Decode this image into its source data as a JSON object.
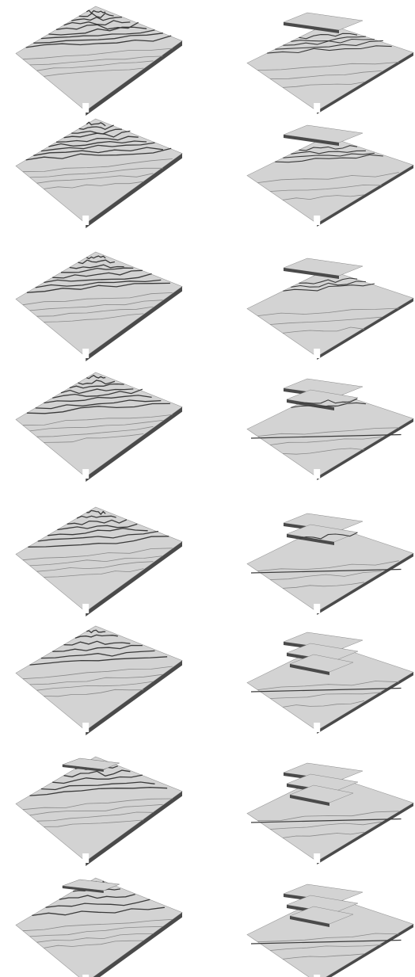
{
  "figure": {
    "rows": [
      {
        "left": {
          "variant": "contour",
          "level": 0
        },
        "right": {
          "variant": "terrace",
          "level": 0
        }
      },
      {
        "left": {
          "variant": "contour",
          "level": 1
        },
        "right": {
          "variant": "terrace",
          "level": 1
        }
      },
      {
        "left": {
          "variant": "contour",
          "level": 2
        },
        "right": {
          "variant": "terrace",
          "level": 2
        }
      },
      {
        "left": {
          "variant": "contour",
          "level": 3
        },
        "right": {
          "variant": "terrace",
          "level": 3
        }
      },
      {
        "left": {
          "variant": "contour",
          "level": 4
        },
        "right": {
          "variant": "terrace",
          "level": 4
        }
      },
      {
        "left": {
          "variant": "contour",
          "level": 5
        },
        "right": {
          "variant": "terrace",
          "level": 5
        }
      },
      {
        "left": {
          "variant": "contour",
          "level": 6
        },
        "right": {
          "variant": "terrace",
          "level": 6
        }
      },
      {
        "left": {
          "variant": "contour",
          "level": 7
        },
        "right": {
          "variant": "terrace",
          "level": 7
        }
      }
    ],
    "colors": {
      "surface": "#d3d3d3",
      "side": "#4a4a4a",
      "contour_dark": "#3a3a3a",
      "contour_light": "#8a8a8a",
      "background": "#ffffff"
    }
  }
}
